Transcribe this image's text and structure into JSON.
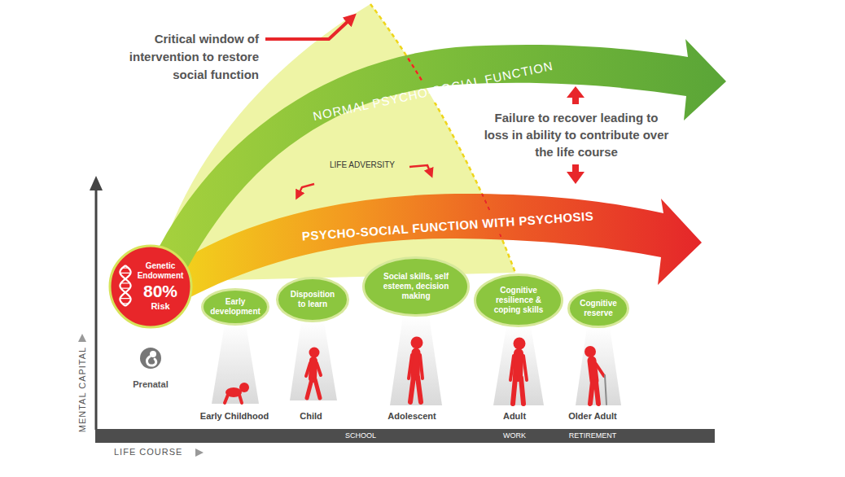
{
  "diagram": {
    "nodes": [
      {
        "text": [
          "Genetic Endowment",
          "80%",
          "Risk"
        ]
      },
      {
        "text": [
          "Early development"
        ]
      },
      {
        "text": [
          "Disposition to learn"
        ]
      },
      {
        "text": [
          "Social skills, self esteem, decision making"
        ]
      },
      {
        "text": [
          "Cognitive resilience & coping skills"
        ]
      },
      {
        "text": [
          "Cognitive reserve"
        ]
      }
    ],
    "labels": [
      "Critical window of intervention to restore social function",
      "NORMAL PSYCHO-SOCIAL FUNCTION",
      "Failure to recover leading to loss in ability to contribute over the life course",
      "LIFE ADVERSITY",
      "PSYCHO-SOCIAL FUNCTION WITH PSYCHOSIS",
      "Prenatal",
      "Early Childhood",
      "Child",
      "Adolescent",
      "Adult",
      "Older Adult",
      "SCHOOL",
      "WORK",
      "RETIREMENT",
      "MENTAL CAPITAL",
      "LIFE COURSE"
    ]
  }
}
